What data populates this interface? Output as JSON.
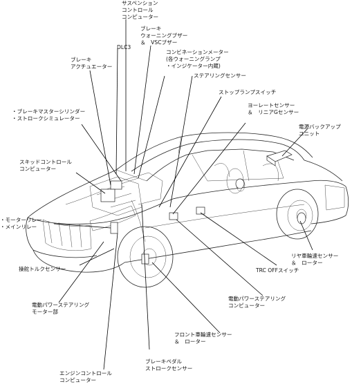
{
  "labels": {
    "suspension_computer": "サスペンション\nコントロール\nコンピューター",
    "brake_warning_buzzer": "ブレーキ\nウォーニングブザー\n＆　VSCブザー",
    "dlc3": "DLC3",
    "combination_meter": "コンビネーションメーター\n(各ウォーニングランプ\n・インジケーター内蔵)",
    "brake_actuator": "ブレーキ\nアクチュエーター",
    "steering_sensor": "ステアリングセンサー",
    "stop_lamp_switch": "ストップランプスイッチ",
    "yaw_rate_sensor": "ヨーレートセンサー\n＆　リニアGセンサー",
    "master_cylinder": "・ブレーキマスターシリンダー\n・ストロークシミュレーター",
    "backup_power": "電源バックアップ\nユニット",
    "skid_control_computer": "スキッドコントロール\nコンピューター",
    "motor_relay": "・モーターリレー\n・メインリレー",
    "rear_speed_sensor": "リヤ車輪速センサー\n＆　ローター",
    "trc_off_switch": "TRC OFFスイッチ",
    "steering_torque_sensor": "操舵トルクセンサー",
    "eps_computer": "電動パワーステアリング\nコンピューター",
    "eps_motor": "電動パワーステアリング\nモーター部",
    "front_speed_sensor": "フロント車輪速センサー\n＆　ローター",
    "brake_pedal_sensor": "ブレーキペダル\nストロークセンサー",
    "engine_computer": "エンジンコントロール\nコンピューター"
  },
  "icons": [
    "vehicle-outline-illustration",
    "component-box-icon"
  ]
}
